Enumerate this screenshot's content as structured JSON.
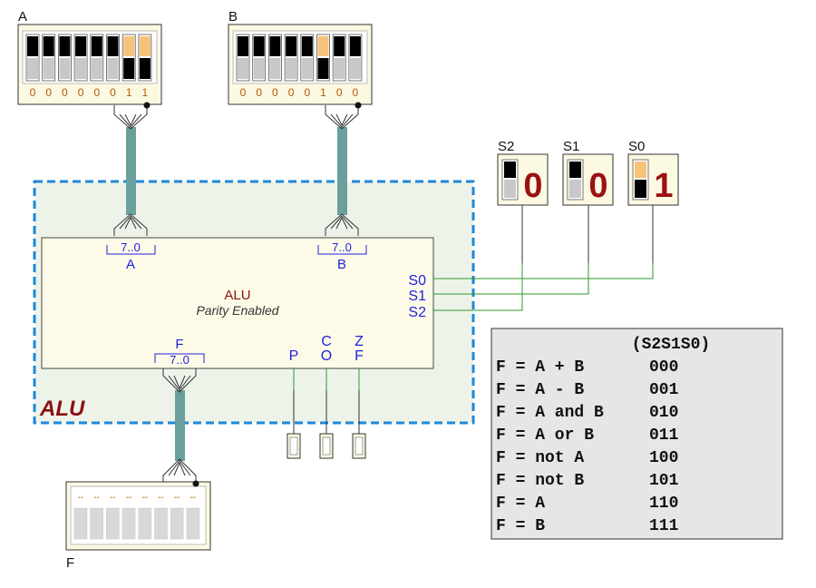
{
  "input_a": {
    "label": "A",
    "bits": [
      "0",
      "0",
      "0",
      "0",
      "0",
      "0",
      "1",
      "1"
    ]
  },
  "input_b": {
    "label": "B",
    "bits": [
      "0",
      "0",
      "0",
      "0",
      "0",
      "1",
      "0",
      "0"
    ]
  },
  "selects": [
    {
      "label": "S2",
      "value": "0"
    },
    {
      "label": "S1",
      "value": "0"
    },
    {
      "label": "S0",
      "value": "1"
    }
  ],
  "alu": {
    "group_label": "ALU",
    "title": "ALU",
    "subtitle": "Parity Enabled",
    "port_a": "A",
    "port_b": "B",
    "range_a": "7..0",
    "range_b": "7..0",
    "port_f": "F",
    "range_f": "7..0",
    "port_s0": "S0",
    "port_s1": "S1",
    "port_s2": "S2",
    "flag_p": "P",
    "flag_co_1": "C",
    "flag_co_2": "O",
    "flag_zf_1": "Z",
    "flag_zf_2": "F"
  },
  "output_f": {
    "label": "F",
    "segments": [
      "--",
      "--",
      "--",
      "--",
      "--",
      "--",
      "--",
      "--"
    ]
  },
  "truth_table": {
    "header": "(S2S1S0)",
    "rows": [
      {
        "expr": "F = A + B",
        "code": "000"
      },
      {
        "expr": "F = A - B",
        "code": "001"
      },
      {
        "expr": "F = A and B",
        "code": "010"
      },
      {
        "expr": "F = A or B",
        "code": "011"
      },
      {
        "expr": "F = not A",
        "code": "100"
      },
      {
        "expr": "F = not B",
        "code": "101"
      },
      {
        "expr": "F = A",
        "code": "110"
      },
      {
        "expr": "F = B",
        "code": "111"
      }
    ]
  },
  "colors": {
    "panel_bg": "#fcf9e3",
    "switch_on": "#f7c37a",
    "switch_dark": "#000000",
    "switch_light": "#c8c8c8",
    "bus": "#6aa09c",
    "wire": "#2e9a2e",
    "group_border": "#1e88d8",
    "group_bg": "#eef3ea",
    "group_label": "#8b1111",
    "port_blue": "#2222dd",
    "digit_red": "#9b1111",
    "table_bg": "#e6e6e6"
  }
}
